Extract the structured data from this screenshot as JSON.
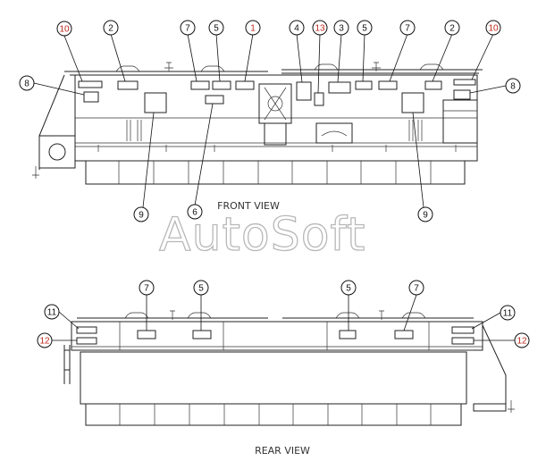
{
  "views": {
    "front": {
      "label": "FRONT VIEW",
      "callouts": [
        {
          "text": "10",
          "style": "red"
        },
        {
          "text": "2",
          "style": "black"
        },
        {
          "text": "7",
          "style": "black"
        },
        {
          "text": "5",
          "style": "black"
        },
        {
          "text": "1",
          "style": "red"
        },
        {
          "text": "4",
          "style": "black"
        },
        {
          "text": "13",
          "style": "red"
        },
        {
          "text": "3",
          "style": "black"
        },
        {
          "text": "5",
          "style": "black"
        },
        {
          "text": "7",
          "style": "black"
        },
        {
          "text": "2",
          "style": "black"
        },
        {
          "text": "10",
          "style": "red"
        },
        {
          "text": "8",
          "style": "black"
        },
        {
          "text": "8",
          "style": "black"
        },
        {
          "text": "9",
          "style": "black"
        },
        {
          "text": "6",
          "style": "black"
        },
        {
          "text": "9",
          "style": "black"
        }
      ]
    },
    "rear": {
      "label": "REAR VIEW",
      "callouts": [
        {
          "text": "11",
          "style": "black"
        },
        {
          "text": "12",
          "style": "red"
        },
        {
          "text": "7",
          "style": "black"
        },
        {
          "text": "5",
          "style": "black"
        },
        {
          "text": "5",
          "style": "black"
        },
        {
          "text": "7",
          "style": "black"
        },
        {
          "text": "11",
          "style": "black"
        },
        {
          "text": "12",
          "style": "red"
        }
      ]
    }
  },
  "watermark": "AutoSoft",
  "colors": {
    "line": "#222222",
    "callout_red": "#c0281c",
    "watermark_outline": "#b8b8b8"
  }
}
